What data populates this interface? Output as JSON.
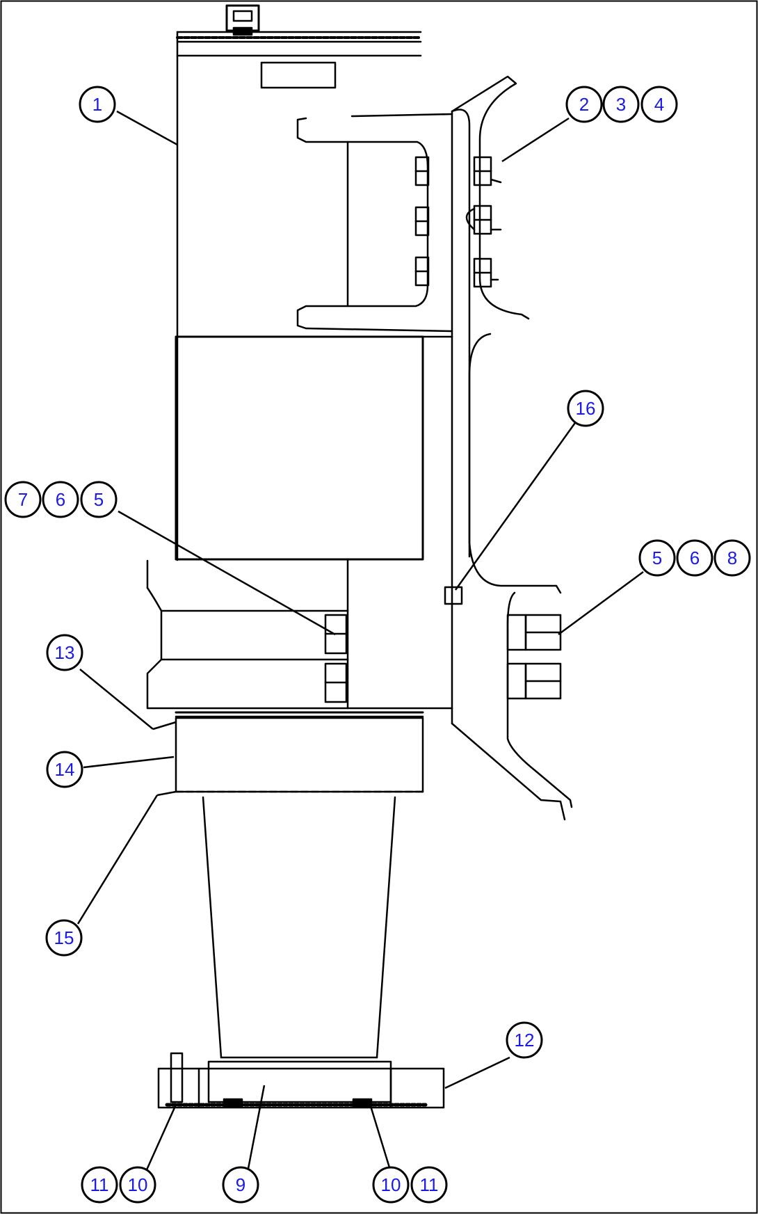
{
  "diagram": {
    "line_color": "#000000",
    "label_color": "#1a1ae6",
    "callouts": [
      {
        "id": "c1",
        "label": "1"
      },
      {
        "id": "c2",
        "label": "2"
      },
      {
        "id": "c3",
        "label": "3"
      },
      {
        "id": "c4",
        "label": "4"
      },
      {
        "id": "c16",
        "label": "16"
      },
      {
        "id": "c7",
        "label": "7"
      },
      {
        "id": "c6a",
        "label": "6"
      },
      {
        "id": "c5a",
        "label": "5"
      },
      {
        "id": "c5b",
        "label": "5"
      },
      {
        "id": "c6b",
        "label": "6"
      },
      {
        "id": "c8",
        "label": "8"
      },
      {
        "id": "c13",
        "label": "13"
      },
      {
        "id": "c14",
        "label": "14"
      },
      {
        "id": "c15",
        "label": "15"
      },
      {
        "id": "c12",
        "label": "12"
      },
      {
        "id": "c11a",
        "label": "11"
      },
      {
        "id": "c10a",
        "label": "10"
      },
      {
        "id": "c9",
        "label": "9"
      },
      {
        "id": "c10b",
        "label": "10"
      },
      {
        "id": "c11b",
        "label": "11"
      }
    ]
  }
}
